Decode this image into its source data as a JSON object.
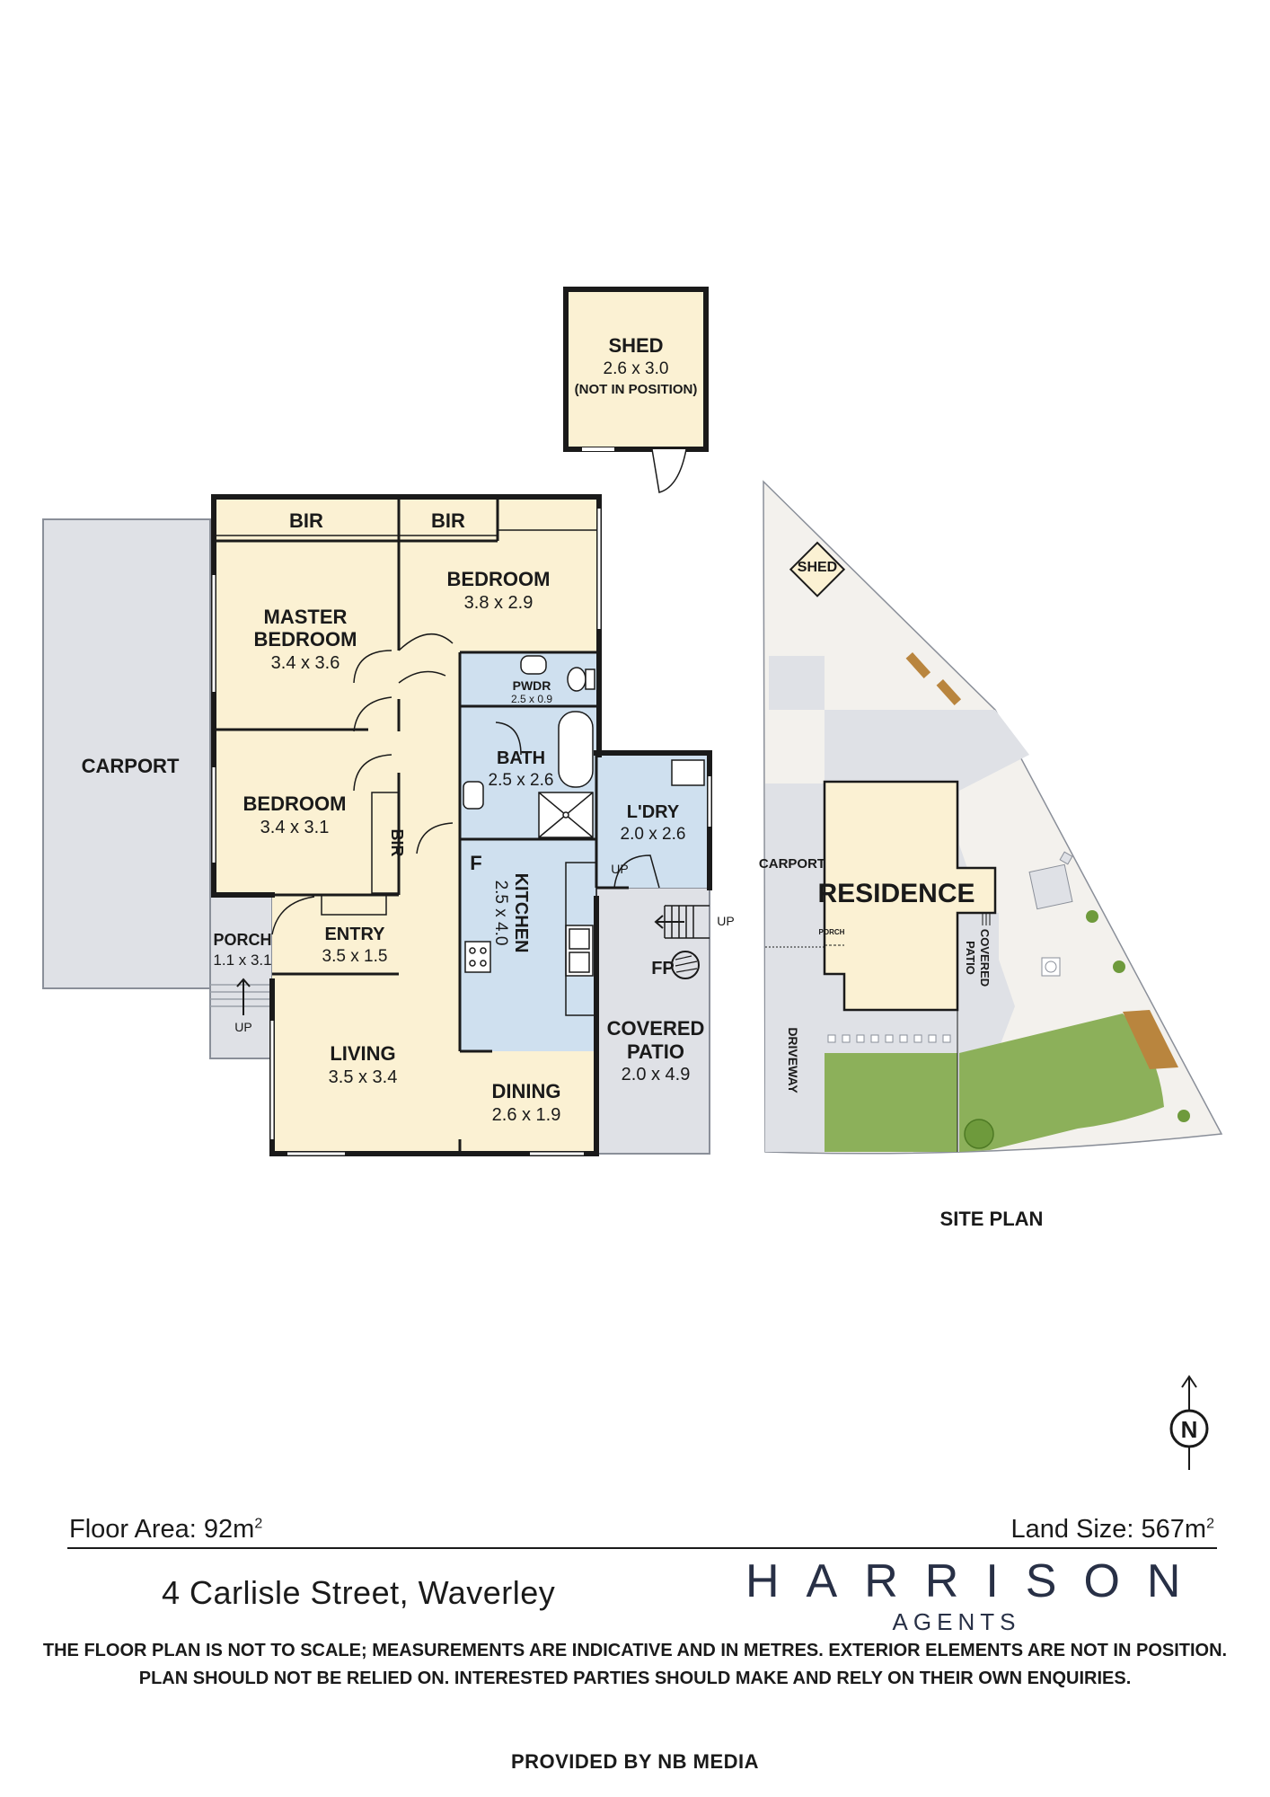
{
  "rooms": {
    "shed": {
      "name": "SHED",
      "size": "2.6 x 3.0",
      "note": "(NOT IN POSITION)"
    },
    "bir_master": {
      "name": "BIR"
    },
    "bir_bedroom": {
      "name": "BIR"
    },
    "bir_small": {
      "name": "BIR"
    },
    "bedroom_1": {
      "name": "BEDROOM",
      "size": "3.8 x 2.9"
    },
    "master_bedroom": {
      "name_line1": "MASTER",
      "name_line2": "BEDROOM",
      "size": "3.4 x 3.6"
    },
    "pwdr": {
      "name": "PWDR",
      "size": "2.5 x 0.9"
    },
    "carport": {
      "name": "CARPORT"
    },
    "bath": {
      "name": "BATH",
      "size": "2.5 x 2.6"
    },
    "laundry": {
      "name": "L'DRY",
      "size": "2.0 x 2.6"
    },
    "bedroom_2": {
      "name": "BEDROOM",
      "size": "3.4 x 3.1"
    },
    "fridge": {
      "name": "F"
    },
    "kitchen": {
      "name": "KITCHEN",
      "size": "2.5 x 4.0"
    },
    "porch": {
      "name": "PORCH",
      "size": "1.1 x 3.1"
    },
    "entry": {
      "name": "ENTRY",
      "size": "3.5 x 1.5"
    },
    "fireplace": {
      "name": "FP"
    },
    "covered_patio": {
      "name_line1": "COVERED",
      "name_line2": "PATIO",
      "size": "2.0 x 4.9"
    },
    "living": {
      "name": "LIVING",
      "size": "3.5 x 3.4"
    },
    "dining": {
      "name": "DINING",
      "size": "2.6 x 1.9"
    },
    "up_laundry": "UP",
    "up_patio": "UP",
    "up_porch": "UP"
  },
  "site_plan": {
    "title": "SITE PLAN",
    "shed": "SHED",
    "carport": "CARPORT",
    "residence": "RESIDENCE",
    "porch": "PORCH",
    "covered_patio_line1": "COVERED",
    "covered_patio_line2": "PATIO",
    "driveway": "DRIVEWAY"
  },
  "compass": {
    "label": "N"
  },
  "footer": {
    "floor_area_label": "Floor Area: 92m",
    "floor_area_sup": "2",
    "land_size_label": "Land Size: 567m",
    "land_size_sup": "2",
    "address": "4 Carlisle Street, Waverley",
    "brand_name": "HARRISON",
    "brand_sub": "AGENTS",
    "disclaimer_line1": "THE FLOOR PLAN IS NOT TO SCALE; MEASUREMENTS ARE INDICATIVE AND IN METRES. EXTERIOR ELEMENTS ARE NOT IN POSITION.",
    "disclaimer_line2": "PLAN SHOULD NOT BE RELIED ON. INTERESTED PARTIES SHOULD MAKE AND RELY ON THEIR OWN ENQUIRIES.",
    "provider": "PROVIDED BY NB MEDIA"
  },
  "colors": {
    "wall": "#1a1a1a",
    "living_fill": "#fbf1d3",
    "wet_fill": "#cfe0ef",
    "exterior_fill": "#dfe1e6",
    "site_base": "#f3f1ed",
    "lawn": "#8cb05a",
    "deck": "#b9853e",
    "brand": "#283046"
  }
}
